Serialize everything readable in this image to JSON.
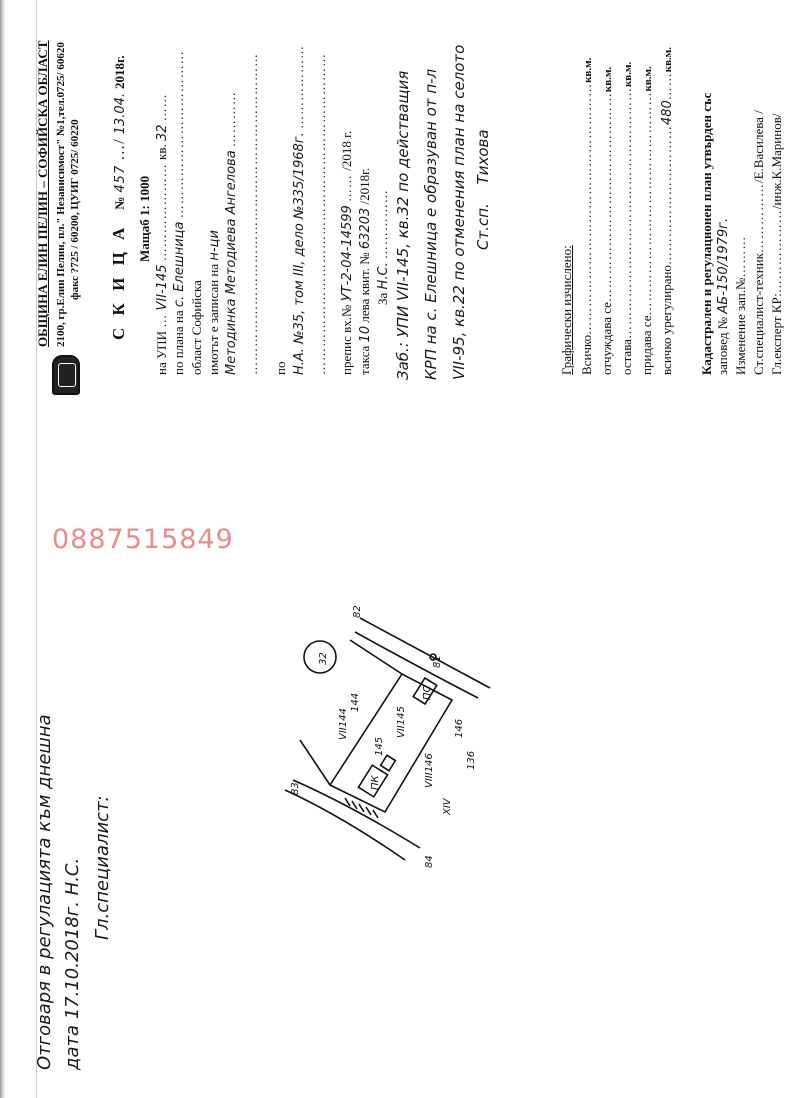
{
  "municipality": {
    "title": "ОБЩИНА ЕЛИН ПЕЛИН – СОФИЙСКА ОБЛАСТ",
    "address": "2100, гр.Елин Пелин, пл.\" Независимост\" №1,тел.0725/ 60620",
    "fax": "факс ?725 / 60200, ЦУИГ 0725/ 60220"
  },
  "sketch": {
    "title": "С К И Ц А",
    "number_label": "№",
    "number_value": "457",
    "date_value": "13.04.",
    "year_suffix": "2018г.",
    "scale": "Мащаб  1: 1000",
    "upi_label": "на  УПИ",
    "upi_value": "VII-145",
    "kv_label": "кв.",
    "kv_value": "32",
    "plan_label": "по плана на",
    "plan_value": "с. Елешница",
    "oblast": "област  Софийска",
    "owner_label": "имотът е записан на",
    "owner_title": "н-ци",
    "owner_value": "Методинка Методиева Ангелова",
    "po_label": "по",
    "deed_value": "Н.А. №35, том III, дело №335/1968г.",
    "incoming_label": "препис вх.№",
    "incoming_value": "УТ-2-04-14599",
    "incoming_year": "/2018 г.",
    "fee_label": "такса",
    "fee_value": "10",
    "fee_receipt_label": "лева квит. №",
    "fee_receipt_value": "63203",
    "fee_year": "/2018г.",
    "for_label": "За",
    "for_value": "Н.С.",
    "note_line1": "Заб.: УПИ VII-145, кв.32 по действащия",
    "note_line2": "КРП на с. Елешница е образуван от п-л",
    "note_line3": "VII-95, кв.22 по отменения план на селото",
    "note_signer": "Ст.сп.",
    "note_signature": "Тихова"
  },
  "graphics": {
    "heading": "Графически изчислено:",
    "unit": "кв.м.",
    "rows": [
      {
        "label": "Всичко",
        "value": ""
      },
      {
        "label": "отчуждава се",
        "value": ""
      },
      {
        "label": "остава",
        "value": ""
      },
      {
        "label": "придава се",
        "value": ""
      },
      {
        "label": "всичко урегулирано",
        "value": "480"
      }
    ]
  },
  "approval": {
    "line1": "Кадастрален и регулационен план утвърден със",
    "order_label": "заповед №",
    "order_value": "АБ-150/1979г.",
    "change_label": "Изменение зап.№",
    "specialist_label": "Ст.специалист-техник",
    "specialist_name": "/Е.Василева /",
    "expert_label": "Гл.експерт КР:",
    "expert_name": "/инж.К.Маринов/"
  },
  "watermark_phone": "0887515849",
  "plan": {
    "block_number": "32",
    "labels": [
      "VII144",
      "144",
      "145",
      "VII145",
      "VIII146",
      "146",
      "XIV",
      "136",
      "ПК",
      "ПС",
      "82",
      "81",
      "83",
      "84"
    ]
  },
  "margin_note": {
    "line1": "Отговаря в регулацията към днешна",
    "line2": "дата 17.10.2018г.   Н.С.",
    "line3": "Гл.специалист:"
  }
}
